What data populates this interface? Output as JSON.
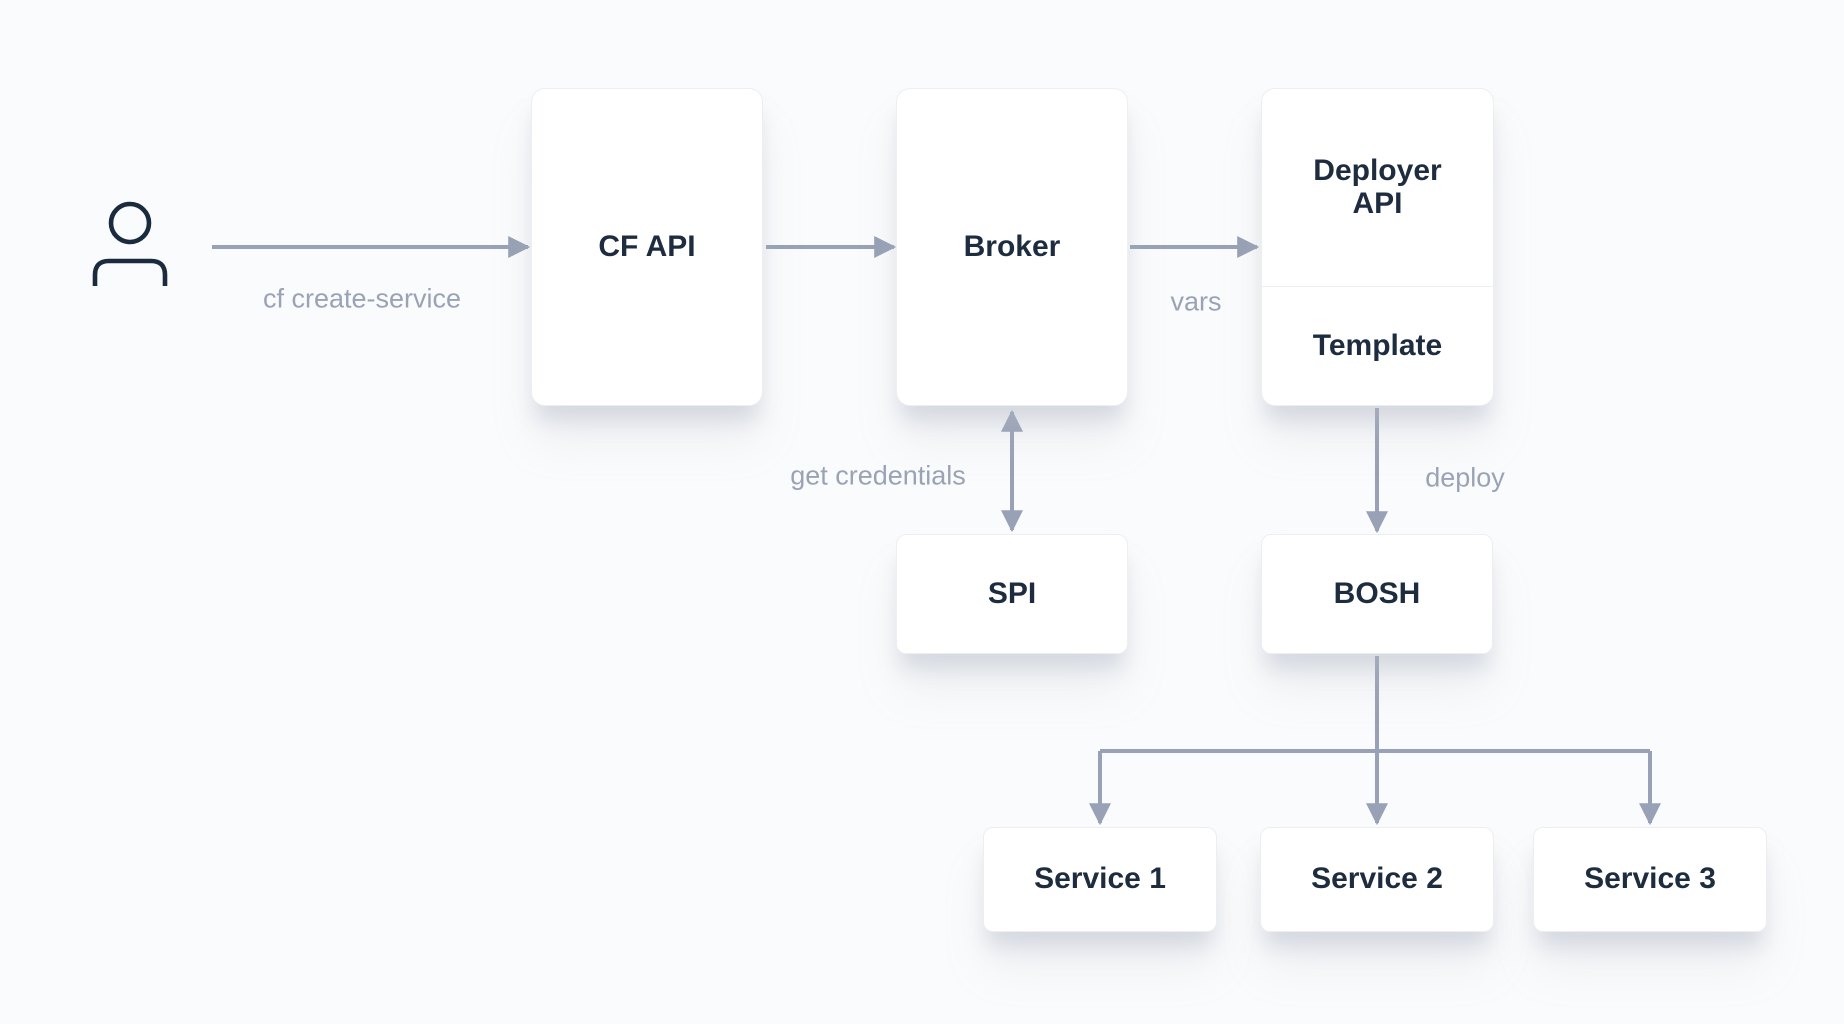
{
  "diagram": {
    "description": "Service deployment flow diagram",
    "actor": {
      "icon": "person-icon"
    },
    "nodes": {
      "cf_api": {
        "label": "CF API"
      },
      "broker": {
        "label": "Broker"
      },
      "deployer": {
        "label": "Deployer\nAPI"
      },
      "template": {
        "label": "Template"
      },
      "spi": {
        "label": "SPI"
      },
      "bosh": {
        "label": "BOSH"
      },
      "service1": {
        "label": "Service 1"
      },
      "service2": {
        "label": "Service 2"
      },
      "service3": {
        "label": "Service 3"
      }
    },
    "edge_labels": {
      "cf_create_service": "cf create-service",
      "vars": "vars",
      "get_credentials": "get credentials",
      "deploy": "deploy"
    },
    "edges": [
      {
        "from": "user",
        "to": "cf_api",
        "label": "cf create-service",
        "direction": "one-way"
      },
      {
        "from": "cf_api",
        "to": "broker",
        "label": "",
        "direction": "one-way"
      },
      {
        "from": "broker",
        "to": "deployer",
        "label": "vars",
        "direction": "one-way"
      },
      {
        "from": "broker",
        "to": "spi",
        "label": "get credentials",
        "direction": "two-way"
      },
      {
        "from": "template",
        "to": "bosh",
        "label": "deploy",
        "direction": "one-way"
      },
      {
        "from": "bosh",
        "to": "service1",
        "label": "",
        "direction": "one-way"
      },
      {
        "from": "bosh",
        "to": "service2",
        "label": "",
        "direction": "one-way"
      },
      {
        "from": "bosh",
        "to": "service3",
        "label": "",
        "direction": "one-way"
      }
    ]
  },
  "colors": {
    "background": "#fafbfc",
    "node_fill": "#ffffff",
    "node_border": "#eceef2",
    "node_text": "#1d2c3f",
    "edge": "#98a1b5",
    "edge_label": "#9aa3b6",
    "icon": "#1b2b3e"
  }
}
